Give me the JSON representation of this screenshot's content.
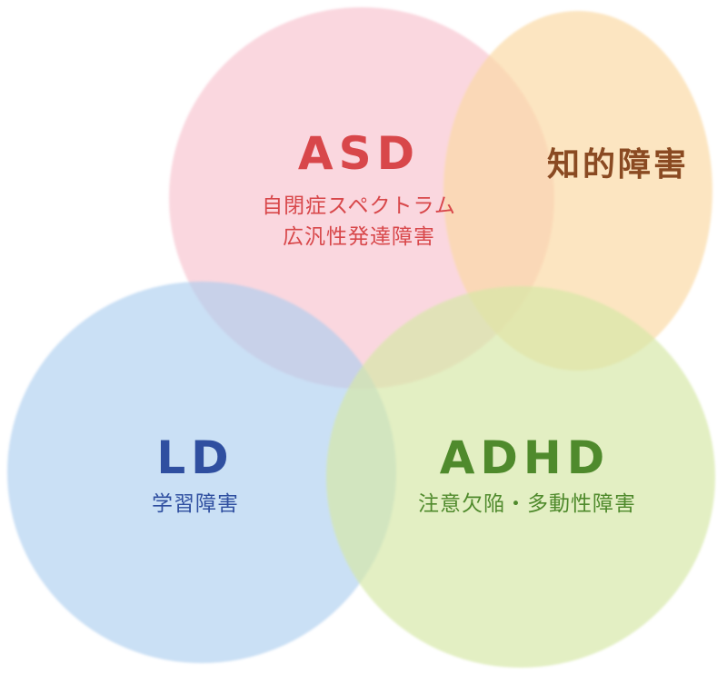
{
  "asd": {
    "title": "ASD",
    "line1": "自閉症スペクトラム",
    "line2": "広汎性発達障害",
    "color": "#d8474a",
    "fill": "#f8c8d2"
  },
  "intellectual": {
    "title": "知的障害",
    "color": "#8a4a22",
    "fill": "#fbd9a4"
  },
  "ld": {
    "title": "LD",
    "subtitle": "学習障害",
    "color": "#2f4fa0",
    "fill": "#a9cdef"
  },
  "adhd": {
    "title": "ADHD",
    "subtitle": "注意欠陥・多動性障害",
    "color": "#4f8a2c",
    "fill": "#d6e8a6"
  }
}
